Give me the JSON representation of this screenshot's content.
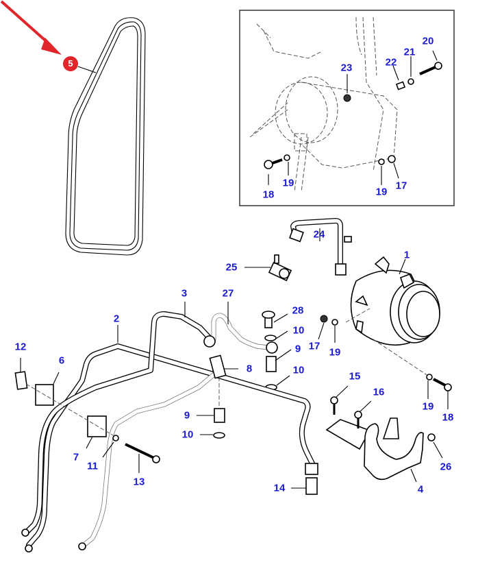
{
  "diagram": {
    "type": "exploded-parts-diagram",
    "subject": "Air conditioning compressor, drive belt and refrigerant lines",
    "highlight": {
      "part_number": "5",
      "highlight_color": "#e0262b",
      "arrow_color": "#e0262b"
    },
    "label_color": "#1a1ad0",
    "inset": {
      "labels": [
        "20",
        "21",
        "22",
        "23",
        "18",
        "19",
        "19",
        "17"
      ]
    },
    "labels": {
      "p1": "1",
      "p2": "2",
      "p3": "3",
      "p4": "4",
      "p5": "5",
      "p6": "6",
      "p7": "7",
      "p8": "8",
      "p9a": "9",
      "p9b": "9",
      "p10a": "10",
      "p10b": "10",
      "p10c": "10",
      "p11": "11",
      "p12": "12",
      "p13": "13",
      "p14": "14",
      "p15": "15",
      "p16": "16",
      "p17": "17",
      "p18": "18",
      "p19a": "19",
      "p19b": "19",
      "p24": "24",
      "p25": "25",
      "p26": "26",
      "p27": "27",
      "p28": "28",
      "i17": "17",
      "i18": "18",
      "i19a": "19",
      "i19b": "19",
      "i20": "20",
      "i21": "21",
      "i22": "22",
      "i23": "23"
    }
  }
}
